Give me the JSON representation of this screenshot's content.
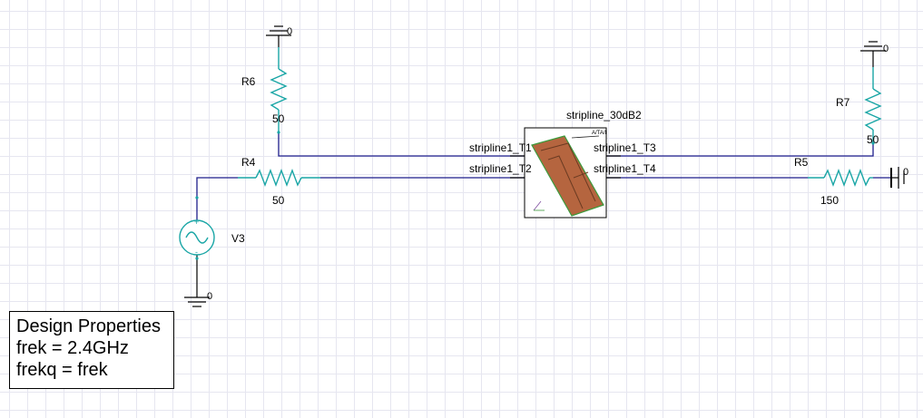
{
  "schematic": {
    "ground_label": "0",
    "resistors": {
      "r4": {
        "name": "R4",
        "value": "50"
      },
      "r5": {
        "name": "R5",
        "value": "150"
      },
      "r6": {
        "name": "R6",
        "value": "50"
      },
      "r7": {
        "name": "R7",
        "value": "50"
      }
    },
    "source": {
      "name": "V3"
    },
    "coupler": {
      "name": "stripline_30dB2",
      "port1": "stripline1_T1",
      "port2": "stripline1_T2",
      "port3": "stripline1_T3",
      "port4": "stripline1_T4",
      "corner_tag": "A/TA/I"
    }
  },
  "design_properties": {
    "title": "Design Properties",
    "line1": "frek = 2.4GHz",
    "line2": "frekq = frek"
  },
  "colors": {
    "wire": "#1e1e8c",
    "resistor": "#1aa6a6",
    "source": "#1aa6a6",
    "coupler_fill": "#b5653f"
  }
}
